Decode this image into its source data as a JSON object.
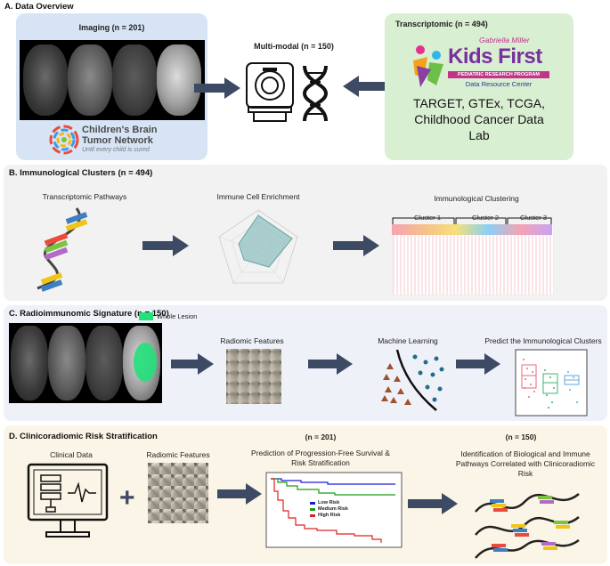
{
  "sections": {
    "a": {
      "title": "A. Data Overview",
      "imaging_label": "Imaging (n = 201)",
      "cbtn": {
        "line1": "Children's Brain",
        "line2": "Tumor Network",
        "tagline": "Until every child is cured"
      },
      "multimodal_label": "Multi-modal (n = 150)",
      "transcriptomic_label": "Transcriptomic (n = 494)",
      "kidsfirst": {
        "gabriella": "Gabriella Miller",
        "name": "Kids First",
        "band": "PEDIATRIC RESEARCH PROGRAM",
        "sub": "Data Resource Center"
      },
      "sources_line1": "TARGET, GTEx, TCGA,",
      "sources_line2": "Childhood Cancer Data",
      "sources_line3": "Lab"
    },
    "b": {
      "title": "B. Immunological Clusters (n = 494)",
      "pathways_label": "Transcriptomic Pathways",
      "enrichment_label": "Immune Cell Enrichment",
      "clustering_label": "Immunological Clustering",
      "clusters": [
        "Cluster 1",
        "Cluster 2",
        "Cluster 3"
      ]
    },
    "c": {
      "title": "C. Radioimmunomic Signature (n = 150)",
      "lesion_legend": "Whole Lesion",
      "radiomic_label": "Radiomic Features",
      "ml_label": "Machine Learning",
      "predict_label": "Predict the Immunological Clusters"
    },
    "d": {
      "title": "D. Clinicoradiomic Risk Stratification",
      "clinical_label": "Clinical Data",
      "radiomic_label": "Radiomic Features",
      "n201": "(n = 201)",
      "pfs_line1": "Prediction of Progression-Free Survival &",
      "pfs_line2": "Risk Stratification",
      "n150": "(n = 150)",
      "id_line1": "Identification of Biological and Immune",
      "id_line2": "Pathways Correlated with Clinicoradiomic",
      "id_line3": "Risk",
      "legend": [
        {
          "label": "Low Risk",
          "color": "#1a1adb"
        },
        {
          "label": "Medium Risk",
          "color": "#1a9a1a"
        },
        {
          "label": "High Risk",
          "color": "#e02020"
        }
      ]
    }
  },
  "colors": {
    "imaging_panel": "#d7e4f5",
    "transcriptomic_panel": "#d9efd2",
    "section_bg": "#f2f2f2",
    "section_c_bg": "#eef1f8",
    "section_d_bg": "#faf5e6",
    "arrow": "#3d4a63",
    "lesion": "#22e07a"
  }
}
